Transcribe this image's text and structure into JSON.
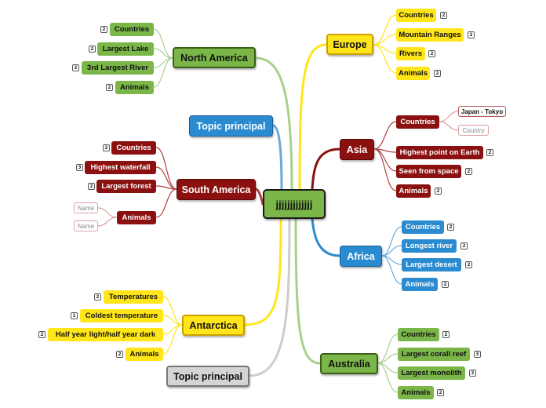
{
  "center": {
    "label": "jjjjjjjjjjjjj"
  },
  "topics": {
    "north_america": {
      "label": "North America",
      "children": [
        {
          "label": "Countries",
          "badge": "2"
        },
        {
          "label": "Largest Lake",
          "badge": "2"
        },
        {
          "label": "3rd Largest River",
          "badge": "2"
        },
        {
          "label": "Animals",
          "badge": "2"
        }
      ]
    },
    "topic_principal_blue": {
      "label": "Topic principal"
    },
    "south_america": {
      "label": "South America",
      "children": [
        {
          "label": "Countries",
          "badge": "2"
        },
        {
          "label": "Highest waterfall",
          "badge": "3"
        },
        {
          "label": "Largest forest",
          "badge": "2"
        },
        {
          "label": "Animals",
          "leaves": [
            "Name",
            "Name"
          ]
        }
      ]
    },
    "antarctica": {
      "label": "Antarctica",
      "children": [
        {
          "label": "Temperatures",
          "badge": "2"
        },
        {
          "label": "Coldest temperature",
          "badge": "1"
        },
        {
          "label": "Half year light/half year dark",
          "badge": "2"
        },
        {
          "label": "Animals",
          "badge": "2"
        }
      ]
    },
    "topic_principal_gray": {
      "label": "Topic principal"
    },
    "europe": {
      "label": "Europe",
      "children": [
        {
          "label": "Countries",
          "badge": "2"
        },
        {
          "label": "Mountain Ranges",
          "badge": "2"
        },
        {
          "label": "Rivers",
          "badge": "2"
        },
        {
          "label": "Animals",
          "badge": "2"
        }
      ]
    },
    "asia": {
      "label": "Asia",
      "children": [
        {
          "label": "Countries",
          "leaves": [
            "Japan - Tokyo",
            "Country"
          ]
        },
        {
          "label": "Highest point on Earth",
          "badge": "2"
        },
        {
          "label": "Seen from space",
          "badge": "2"
        },
        {
          "label": "Animals",
          "badge": "2"
        }
      ]
    },
    "africa": {
      "label": "Africa",
      "children": [
        {
          "label": "Countries",
          "badge": "2"
        },
        {
          "label": "Longest river",
          "badge": "2"
        },
        {
          "label": "Largest desert",
          "badge": "2"
        },
        {
          "label": "Animals",
          "badge": "2"
        }
      ]
    },
    "australia": {
      "label": "Australia",
      "children": [
        {
          "label": "Countries",
          "badge": "2"
        },
        {
          "label": "Largest corall reef",
          "badge": "3"
        },
        {
          "label": "Largest monolith",
          "badge": "2"
        },
        {
          "label": "Animals",
          "badge": "2"
        }
      ]
    }
  },
  "colors": {
    "green": "#7ab648",
    "yellow": "#ffe51a",
    "red": "#8b1010",
    "blue": "#2b8bd0",
    "gray": "#d4d4d4"
  }
}
